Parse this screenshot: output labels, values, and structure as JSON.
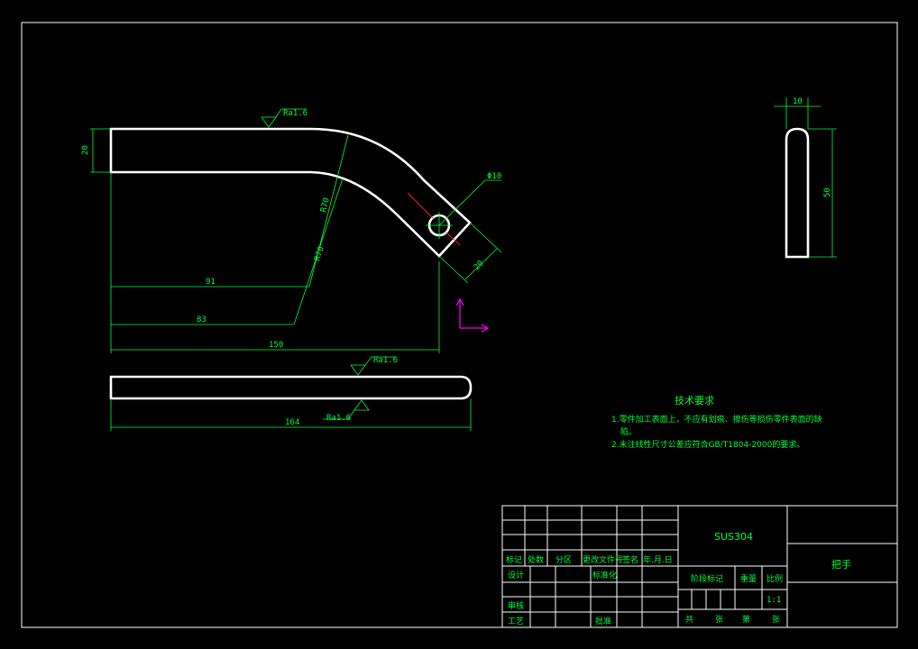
{
  "drawing": {
    "dimensions": {
      "front_height": "20",
      "hole": "Φ10",
      "radius_outer": "R70",
      "radius_inner": "R70",
      "len_91": "91",
      "len_83": "83",
      "len_150": "150",
      "diag_20": "20",
      "bottom_len": "164",
      "side_width": "10",
      "side_height": "50"
    },
    "roughness": {
      "top": "Ra1.6",
      "bar_top": "Ra1.6",
      "bar_bottom": "Ra1.6"
    }
  },
  "notes": {
    "title": "技术要求",
    "line1": "1.零件加工表面上，不应有划痕、擦伤等损伤零件表面的缺",
    "line1b": "陷。",
    "line2": "2.未注线性尺寸公差应符合GB/T1804-2000的要求。"
  },
  "title_block": {
    "material": "SUS304",
    "part_name": "把手",
    "scale": "1:1",
    "labels": {
      "biaoji": "标记",
      "chushu": "处数",
      "fenqu": "分区",
      "wenjianhao": "更改文件号",
      "qianming": "签名",
      "nianyueri": "年.月.日",
      "sheji": "设计",
      "biaozhunhua": "标准化",
      "shenhe": "审核",
      "gongyi": "工艺",
      "pizhun": "批准",
      "jieduan": "阶段标记",
      "zhongliang": "重量",
      "bili": "比例",
      "gong": "共",
      "zhang1": "张",
      "di": "第",
      "zhang2": "张"
    }
  }
}
